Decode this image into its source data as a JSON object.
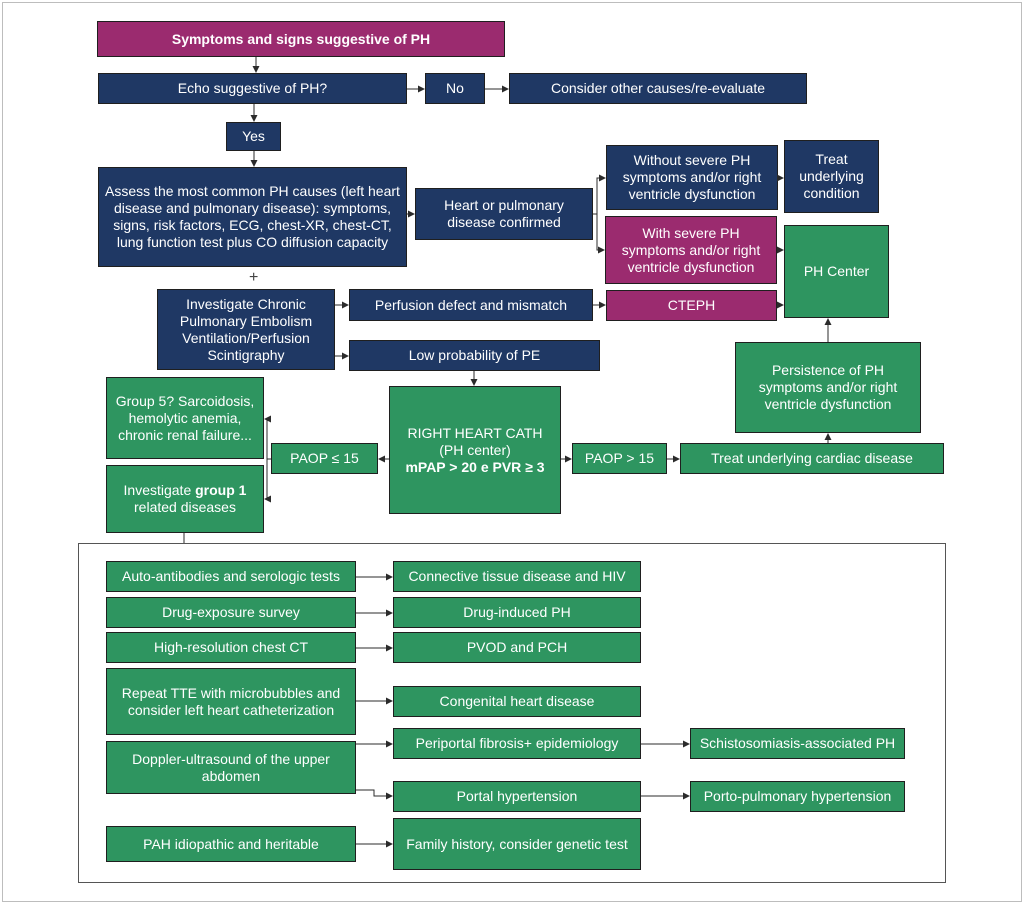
{
  "colors": {
    "navy": "#1f3864",
    "green": "#2e9560",
    "magenta": "#9b2b6f",
    "arrow": "#2b2b2b"
  },
  "nodes": {
    "symptoms": "Symptoms and signs suggestive of PH",
    "echo": "Echo suggestive of PH?",
    "no": "No",
    "consider_other": "Consider other causes/re-evaluate",
    "yes": "Yes",
    "assess": "Assess the most common PH causes (left heart disease and pulmonary disease): symptoms, signs, risk factors, ECG, chest-XR, chest-CT, lung function test plus CO diffusion capacity",
    "confirmed": "Heart or pulmonary disease confirmed",
    "without_severe": "Without severe PH symptoms and/or right ventricle dysfunction",
    "treat_underlying": "Treat underlying condition",
    "with_severe": "With severe PH symptoms and/or right ventricle dysfunction",
    "ph_center": "PH Center",
    "plus": "+",
    "investigate_cte": "Investigate Chronic Pulmonary Embolism Ventilation/Perfusion Scintigraphy",
    "perfusion_defect": "Perfusion defect and mismatch",
    "cteph": "CTEPH",
    "low_prob": "Low probability of PE",
    "persistence": "Persistence of PH symptoms and/or right ventricle dysfunction",
    "group5": "Group 5? Sarcoidosis, hemolytic anemia, chronic renal failure...",
    "paop_le": "PAOP ≤ 15",
    "rhc_title": "RIGHT HEART CATH",
    "rhc_sub": "(PH center)",
    "rhc_crit": "mPAP > 20 e PVR ≥ 3",
    "paop_gt": "PAOP > 15",
    "treat_cardiac": "Treat underlying cardiac disease",
    "investigate_g1_pre": "Investigate ",
    "investigate_g1_bold": "group 1",
    "investigate_g1_post": "related diseases"
  },
  "panel": {
    "autoantibodies": "Auto-antibodies and serologic tests",
    "connective": "Connective tissue disease and HIV",
    "drug_survey": "Drug-exposure survey",
    "drug_induced": "Drug-induced PH",
    "hrct": "High-resolution chest CT",
    "pvod": "PVOD and PCH",
    "repeat_tte": "Repeat TTE with microbubbles and consider left heart catheterization",
    "congenital": "Congenital heart disease",
    "doppler": "Doppler-ultrasound of the upper abdomen",
    "periportal": "Periportal fibrosis+ epidemiology",
    "schisto": "Schistosomiasis-associated PH",
    "portal_htn": "Portal hypertension",
    "portopulm": "Porto-pulmonary hypertension",
    "pah_idio": "PAH idiopathic and heritable",
    "family_history": "Family history, consider genetic test"
  }
}
